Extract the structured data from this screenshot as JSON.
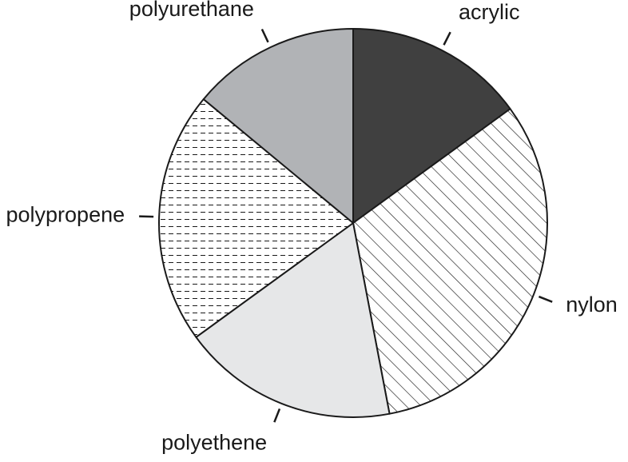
{
  "chart_data": {
    "type": "pie",
    "title": "",
    "start_angle_deg": 0,
    "direction": "clockwise",
    "slices": [
      {
        "label": "acrylic",
        "value": 15,
        "fill": "#404040",
        "pattern": "solid"
      },
      {
        "label": "nylon",
        "value": 32,
        "fill": "#ffffff",
        "pattern": "diagonal-hatch"
      },
      {
        "label": "polyethene",
        "value": 18,
        "fill": "#e6e7e8",
        "pattern": "solid"
      },
      {
        "label": "polypropene",
        "value": 21,
        "fill": "#ffffff",
        "pattern": "dashed-horizontal"
      },
      {
        "label": "polyurethane",
        "value": 14,
        "fill": "#b1b3b6",
        "pattern": "solid"
      }
    ],
    "outline_color": "#1a1a1a"
  }
}
